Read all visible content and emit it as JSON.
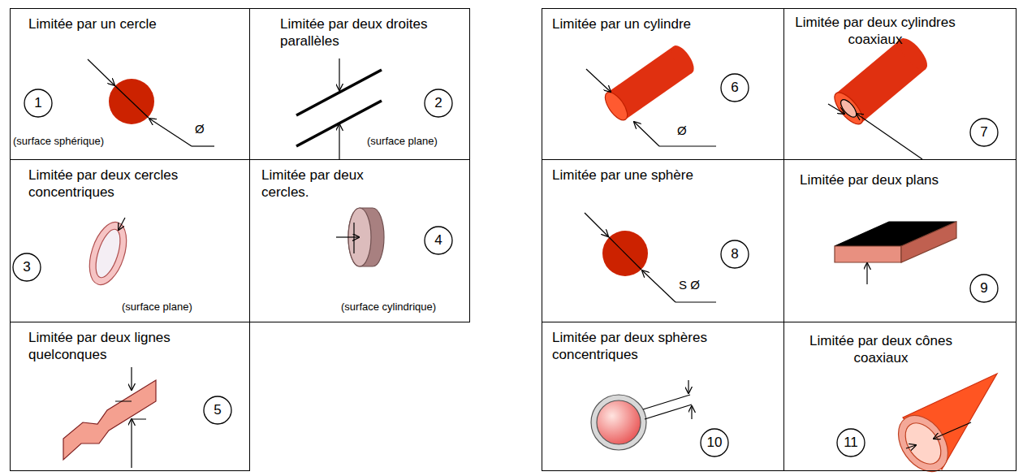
{
  "diagram": {
    "nodes": [
      {
        "text": [
          "Limitée par un cercle",
          "(surface sphérique)"
        ]
      },
      {
        "text": [
          "1"
        ],
        "in": 0
      },
      {
        "text": [
          "Limitée par deux droites parallèles",
          "(surface plane)"
        ]
      },
      {
        "text": [
          "2"
        ],
        "in": 2
      },
      {
        "text": [
          "Limitée par deux cercles concentriques",
          "(surface plane)"
        ]
      },
      {
        "text": [
          "3"
        ],
        "in": 4
      },
      {
        "text": [
          "Limitée par deux cercles.",
          "(surface cylindrique)"
        ]
      },
      {
        "text": [
          "4"
        ],
        "in": 6
      },
      {
        "text": [
          "Limitée par deux lignes quelconques"
        ]
      },
      {
        "text": [
          "5"
        ],
        "in": 8
      },
      {
        "text": [
          "Limitée par un cylindre"
        ]
      },
      {
        "text": [
          "6"
        ],
        "in": 10
      },
      {
        "text": [
          "Limitée par deux cylindres coaxiaux"
        ]
      },
      {
        "text": [
          "7"
        ],
        "in": 12
      },
      {
        "text": [
          "Limitée par une sphère"
        ]
      },
      {
        "text": [
          "8"
        ],
        "in": 14
      },
      {
        "text": [
          "Limitée par deux plans"
        ]
      },
      {
        "text": [
          "9"
        ],
        "in": 16
      },
      {
        "text": [
          "Limitée par deux sphères concentriques"
        ]
      },
      {
        "text": [
          "10"
        ],
        "in": 18
      },
      {
        "text": [
          "Limitée par deux cônes coaxiaux"
        ]
      },
      {
        "text": [
          "11"
        ],
        "in": 20
      }
    ],
    "labels": [
      "Ø",
      "Ø",
      "S Ø"
    ]
  }
}
